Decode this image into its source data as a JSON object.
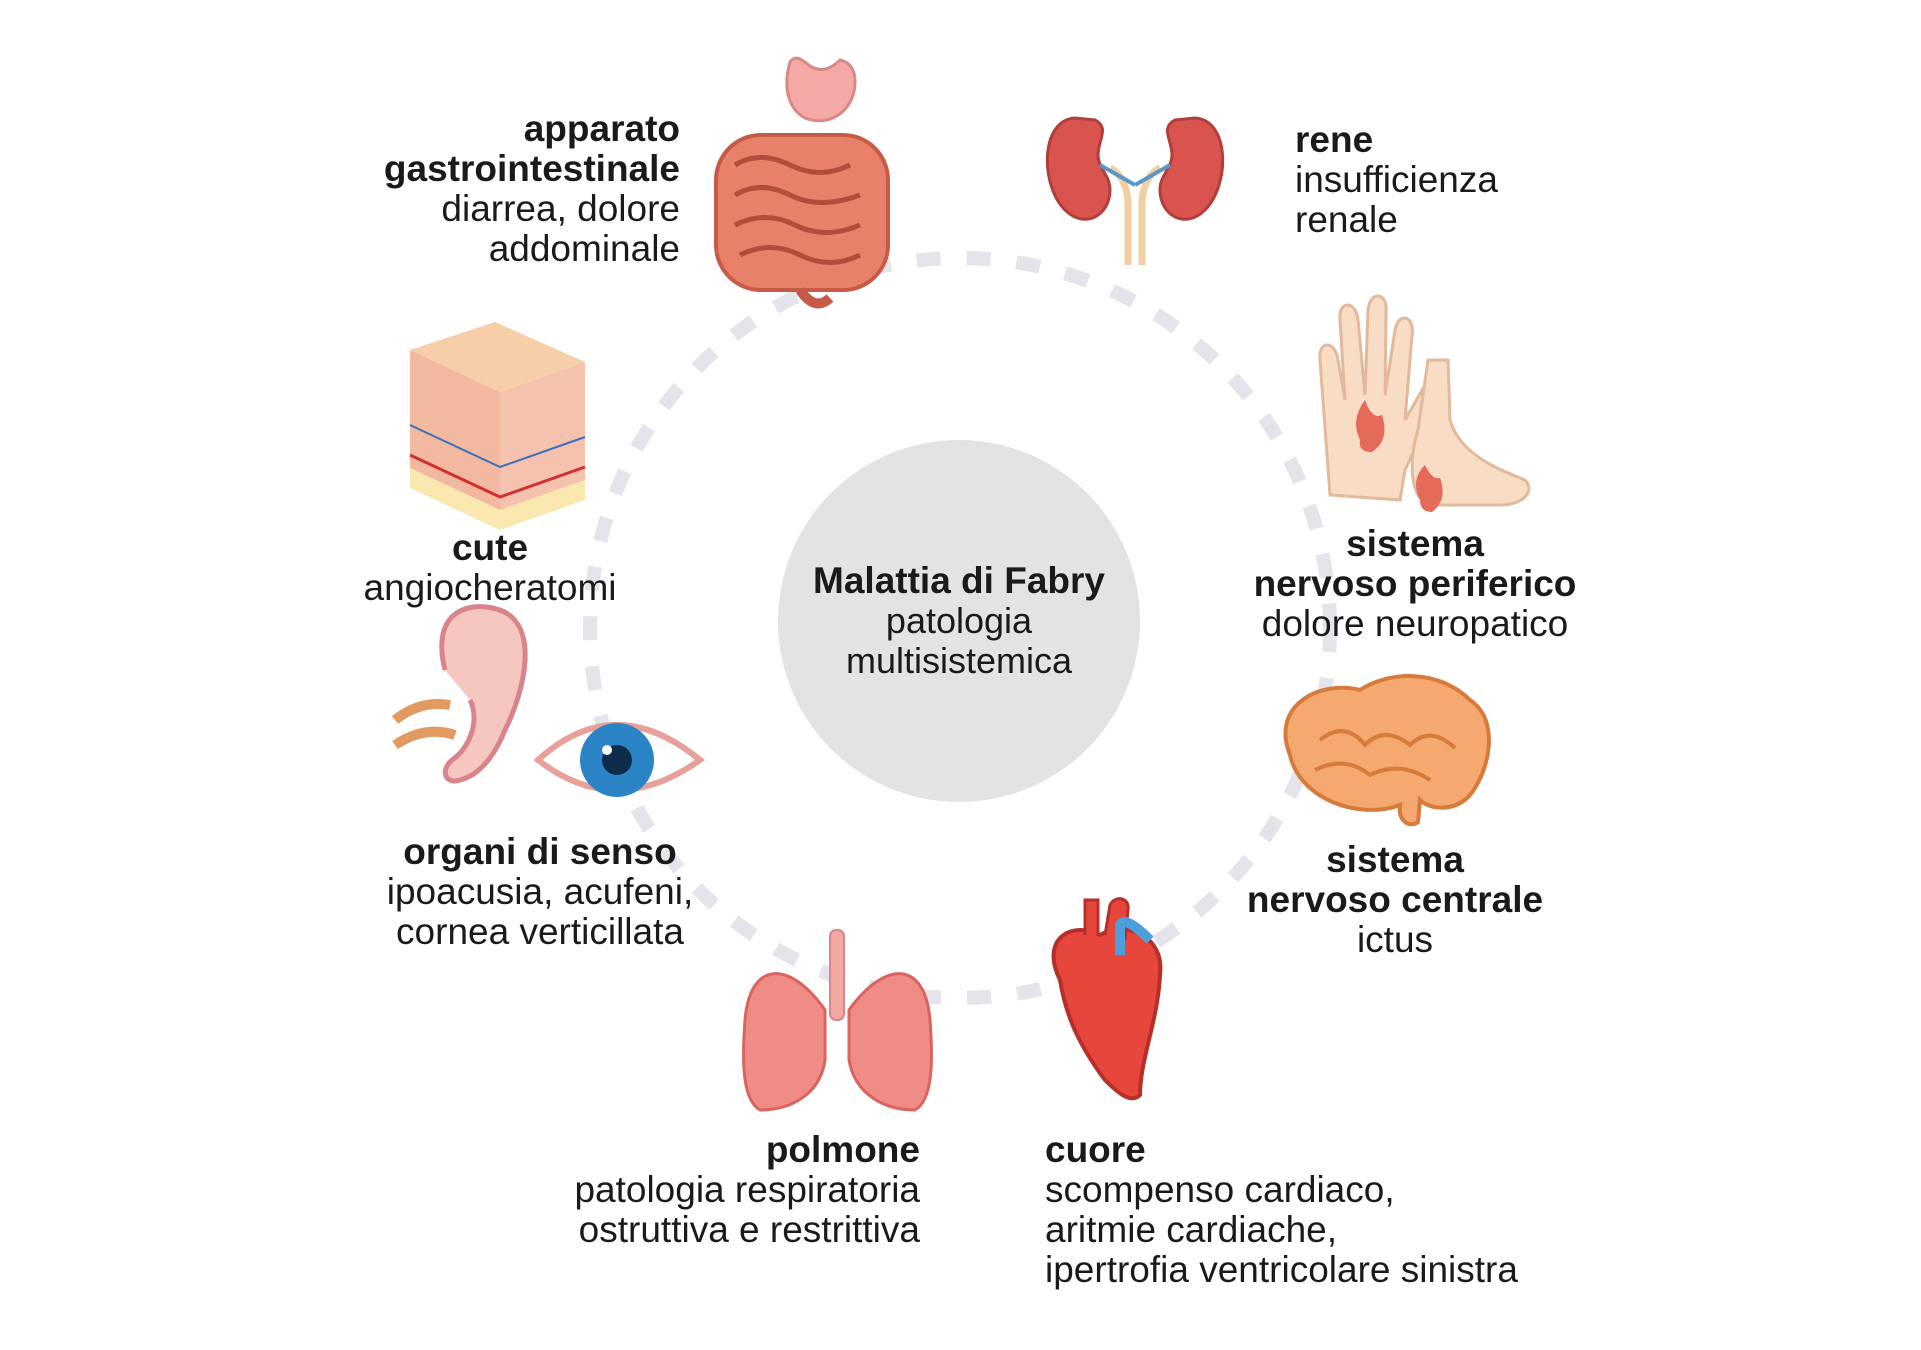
{
  "center": {
    "title": "Malattia di Fabry",
    "line1": "patologia",
    "line2": "multisistemica"
  },
  "organs": {
    "gastro": {
      "h1": "apparato",
      "h2": "gastrointestinale",
      "d1": "diarrea, dolore",
      "d2": "addominale",
      "icon": "intestine-icon"
    },
    "rene": {
      "h1": "rene",
      "d1": "insufficienza",
      "d2": "renale",
      "icon": "kidneys-icon"
    },
    "cute": {
      "h1": "cute",
      "d1": "angiocheratomi",
      "icon": "skin-layers-icon"
    },
    "snp": {
      "h1": "sistema",
      "h2": "nervoso periferico",
      "d1": "dolore neuropatico",
      "icon": "hand-foot-pain-icon"
    },
    "sensi": {
      "h1": "organi di senso",
      "d1": "ipoacusia, acufeni,",
      "d2": "cornea verticillata",
      "icon": "ear-eye-icon"
    },
    "snc": {
      "h1": "sistema",
      "h2": "nervoso centrale",
      "d1": "ictus",
      "icon": "brain-icon"
    },
    "polmone": {
      "h1": "polmone",
      "d1": "patologia respiratoria",
      "d2": "ostruttiva e restrittiva",
      "icon": "lungs-icon"
    },
    "cuore": {
      "h1": "cuore",
      "d1": "scompenso cardiaco,",
      "d2": "aritmie cardiache,",
      "d3": "ipertrofia ventricolare sinistra",
      "icon": "heart-icon"
    }
  },
  "colors": {
    "ring": "#e4e4ea",
    "center_bg": "#e3e3e5",
    "organ_pink": "#ee8a80",
    "organ_dark": "#c84c49",
    "brain": "#f5a86f",
    "eye_blue": "#2a84c6"
  }
}
